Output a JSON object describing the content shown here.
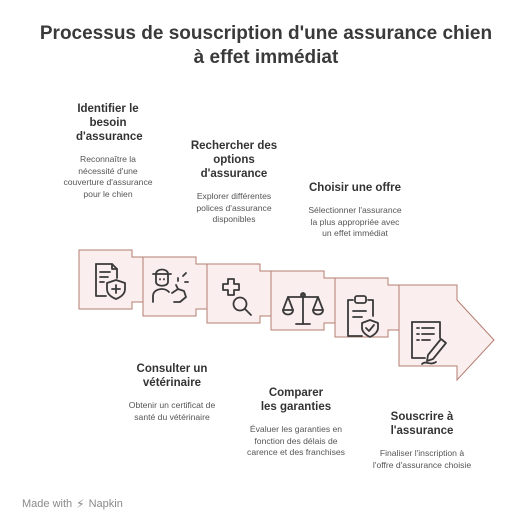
{
  "title": {
    "line1": "Processus de souscription d'une assurance chien",
    "line2": "à effet immédiat"
  },
  "steps": [
    {
      "title": "Identifier le besoin d'assurance",
      "description": "Reconnaître la nécessité d'une couverture d'assurance pour le chien",
      "icon": "document-shield-icon"
    },
    {
      "title": "Consulter un vétérinaire",
      "description": "Obtenir un certificat de santé du vétérinaire",
      "icon": "veterinarian-dog-icon"
    },
    {
      "title": "Rechercher des options d'assurance",
      "description": "Explorer différentes polices d'assurance disponibles",
      "icon": "medical-cross-search-icon"
    },
    {
      "title": "Comparer les garanties",
      "description": "Évaluer les garanties en fonction des délais de carence et des franchises",
      "icon": "balance-scale-icon"
    },
    {
      "title": "Choisir une offre",
      "description": "Sélectionner l'assurance la plus appropriée avec un effet immédiat",
      "icon": "clipboard-check-icon"
    },
    {
      "title": "Souscrire à l'assurance",
      "description": "Finaliser l'inscription à l'offre d'assurance choisie",
      "icon": "document-sign-icon"
    }
  ],
  "colors": {
    "fill": "#fbeeee",
    "stroke": "#b57e72",
    "icon": "#3a3a3a"
  },
  "footer": {
    "made_with": "Made with",
    "brand": "Napkin"
  }
}
